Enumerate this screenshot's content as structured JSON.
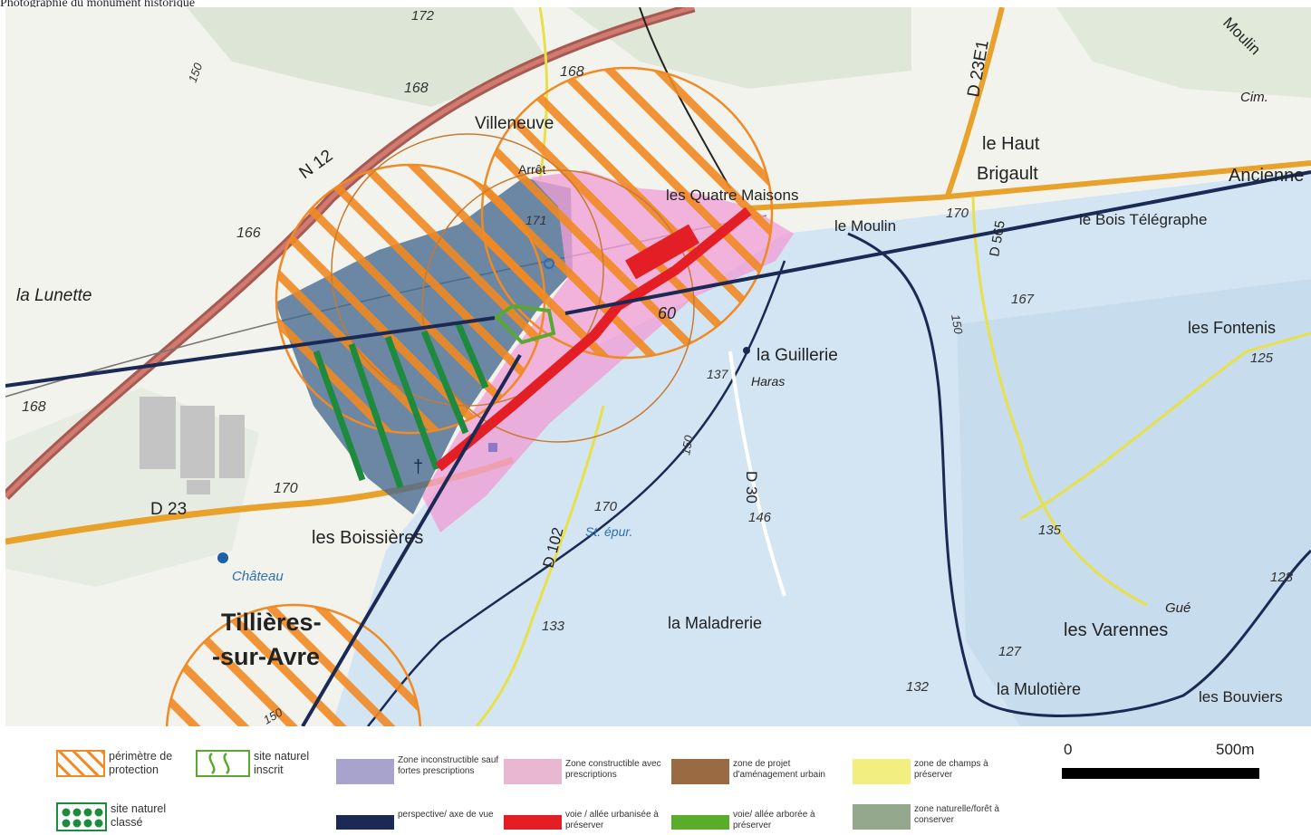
{
  "caption": "Photographie du monument historique",
  "place_labels": {
    "villeneuve": "Villeneuve",
    "quatre_maisons": "les Quatre Maisons",
    "le_moulin": "le Moulin",
    "haut_brigault_1": "le Haut",
    "haut_brigault_2": "Brigault",
    "bois_telegraphe": "le Bois Télégraphe",
    "la_lunette": "la Lunette",
    "les_fontenis": "les Fontenis",
    "la_guillerie": "la Guillerie",
    "haras": "Haras",
    "les_boissieres": "les Boissières",
    "chateau": "Château",
    "tillieres_1": "Tillières-",
    "tillieres_2": "-sur-Avre",
    "la_maladrerie": "la Maladrerie",
    "les_varennes": "les Varennes",
    "la_mulotiere": "la Mulotière",
    "les_bouviers": "les Bouviers",
    "ancienne": "Ancienne",
    "moulin_top": "Moulin",
    "cim": "Cim.",
    "gue": "Gué",
    "arrete": "Arrêt",
    "step": "St. épur."
  },
  "road_labels": {
    "n12": "N 12",
    "d23": "D 23",
    "d23e1": "D 23E1",
    "d565": "D 565",
    "d30": "D 30",
    "d102": "D 102",
    "d60": "60"
  },
  "elevations": {
    "e172": "172",
    "e168_top": "168",
    "e168_b": "168",
    "e171": "171",
    "e166": "166",
    "e168_left": "168",
    "e170_a": "170",
    "e170_b": "170",
    "e170_c": "170",
    "e167": "167",
    "e125": "125",
    "e135": "135",
    "e146": "146",
    "e133": "133",
    "e127": "127",
    "e132": "132",
    "e128": "128",
    "e137": "137",
    "e150_a": "150",
    "e150_b": "150",
    "e150_c": "150",
    "e150_d": "150"
  },
  "legend": {
    "perimetre": "périmètre de protection",
    "site_inscrit": "site naturel inscrit",
    "site_classe": "site naturel classé",
    "inconstructible": "Zone inconstructible sauf fortes prescriptions",
    "perspective": "perspective/ axe de vue",
    "constructible": "Zone constructible avec prescriptions",
    "voie_urbanisee": "voie / allée urbanisée à préserver",
    "projet": "zone de projet d'aménagement urbain",
    "voie_arboree": "voie/ allée arborée à préserver",
    "champs": "zone de champs à préserver",
    "foret": "zone naturelle/forêt à conserver"
  },
  "scale": {
    "start": "0",
    "end": "500m"
  },
  "colors": {
    "perimetre": "#f08a24",
    "site_inscrit": "#5aa832",
    "site_classe": "#1e8a3e",
    "inconstructible": "#a7a3cc",
    "perspective": "#1a2a55",
    "constructible": "#e8b8d0",
    "voie_urbanisee": "#e31e24",
    "projet": "#9a6b43",
    "voie_arboree": "#5aad2a",
    "champs": "#f2ee80",
    "foret": "#93a88c",
    "water": "#cfe3f2"
  }
}
